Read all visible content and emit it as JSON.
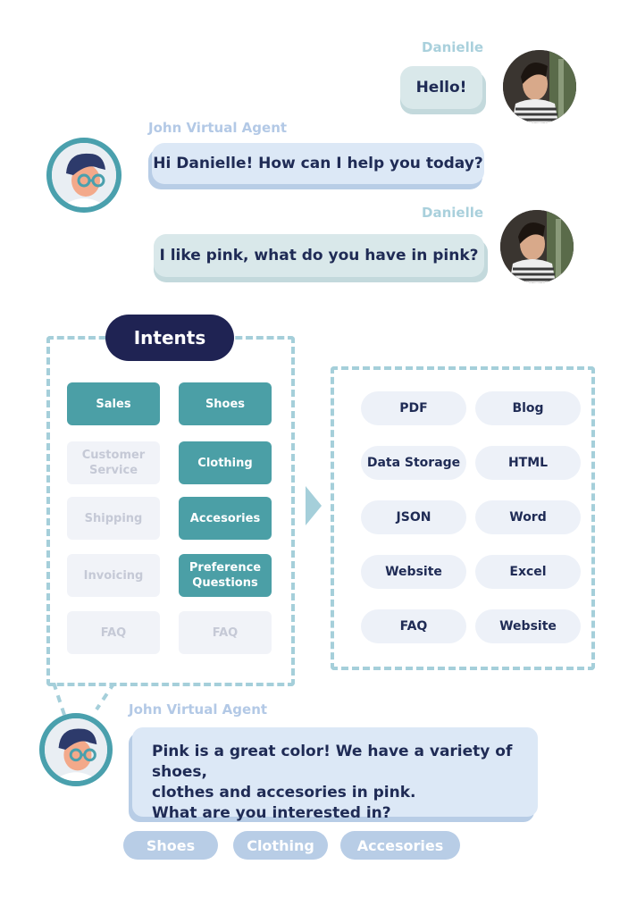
{
  "chat": {
    "user_name": "Danielle",
    "agent_name": "John Virtual Agent",
    "msg1": "Hello!",
    "msg2": "Hi Danielle! How can I help you today?",
    "msg3": "I like pink, what do you have in pink?"
  },
  "intents": {
    "title": "Intents",
    "items": [
      {
        "label": "Sales",
        "active": true
      },
      {
        "label": "Shoes",
        "active": true
      },
      {
        "label": "Customer Service",
        "active": false
      },
      {
        "label": "Clothing",
        "active": true
      },
      {
        "label": "Shipping",
        "active": false
      },
      {
        "label": "Accesories",
        "active": true
      },
      {
        "label": "Invoicing",
        "active": false
      },
      {
        "label": "Preference Questions",
        "active": true
      },
      {
        "label": "FAQ",
        "active": false
      },
      {
        "label": "FAQ",
        "active": false
      }
    ]
  },
  "sources": [
    "PDF",
    "Blog",
    "Data Storage",
    "HTML",
    "JSON",
    "Word",
    "Website",
    "Excel",
    "FAQ",
    "Website"
  ],
  "reply": {
    "line1": "Pink is a great color! We have a variety of shoes,",
    "line2": "clothes and accesories in pink.",
    "line3": "What are you interested in?"
  },
  "chips": [
    "Shoes",
    "Clothing",
    "Accesories"
  ],
  "colors": {
    "navy": "#1f2353",
    "teal": "#4b9fa6",
    "dashed": "#a5cfda",
    "bubble_user": "#d9e8ea",
    "bubble_agent": "#dce8f6"
  }
}
